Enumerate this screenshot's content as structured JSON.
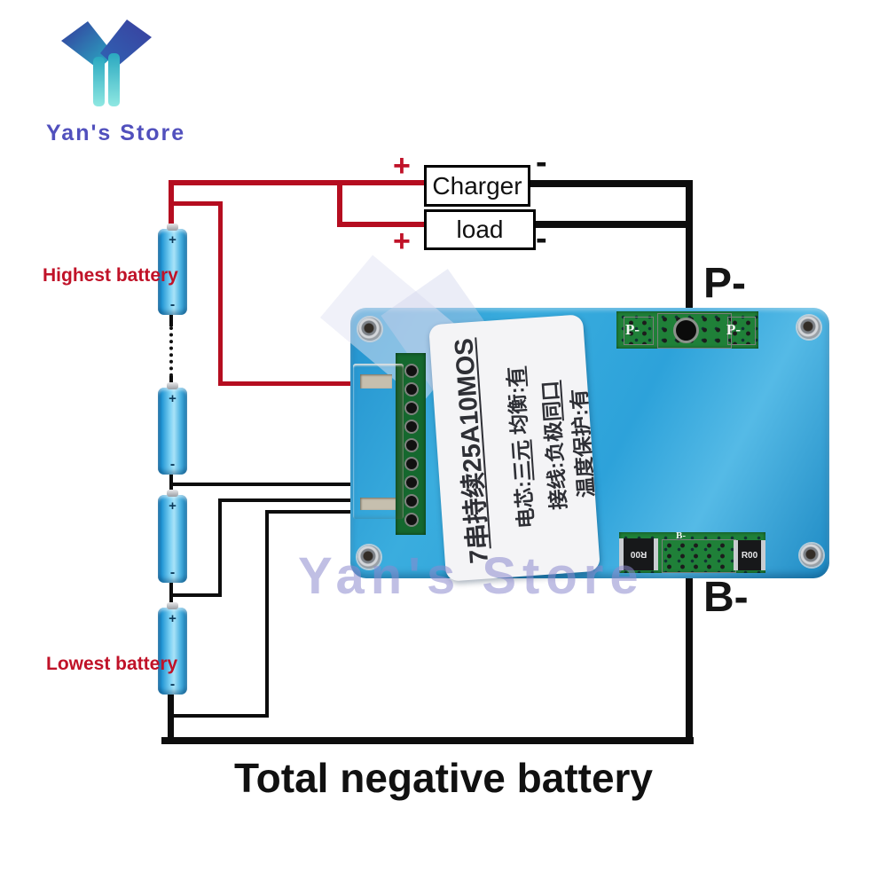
{
  "branding": {
    "logo_text": "Yan's Store",
    "watermark_text": "Yan's Store"
  },
  "signs": {
    "plus": "+",
    "minus": "-"
  },
  "labels": {
    "charger": "Charger",
    "load": "load",
    "highest_battery": "Highest battery",
    "lowest_battery": "Lowest battery",
    "p_minus": "P-",
    "b_minus": "B-",
    "total_negative": "Total negative battery"
  },
  "board": {
    "spec_line1_prefix": "7",
    "spec_line1_main": "串持续25A10MOS",
    "spec_line2_a": "电芯:",
    "spec_line2_b": "三元",
    "spec_line2_c": " 均衡:",
    "spec_line2_d": "有",
    "spec_line3_a": "接线:负极",
    "spec_line3_b": "同口",
    "spec_line4_a": "温度保护:",
    "spec_line4_b": "有",
    "silk_p_left": "P-",
    "silk_p_right": "P-",
    "silk_b": "B-",
    "component_r_left": "R00",
    "component_r_right": "R00"
  },
  "colors": {
    "wire_red": "#b50d20",
    "accent_red": "#c01228",
    "pcb_blue": "#2b9fd8",
    "pcb_green": "#1f8038",
    "logo_purple": "#5150bd",
    "watermark_purple": "#908dd0"
  }
}
